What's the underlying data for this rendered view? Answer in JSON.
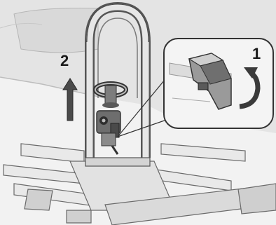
{
  "figure": {
    "callout_step_1": "1",
    "callout_step_2": "2",
    "colors": {
      "background": "#f2f2f2",
      "line": "#555555",
      "dark": "#3a3a3a",
      "medium": "#8c8c8c",
      "light": "#d6d6d6",
      "arrow": "#4a4a4a"
    },
    "icons": [
      "bike-carrier-frame-illustration",
      "up-arrow-icon",
      "rotate-arrow-icon",
      "lever-detail-inset"
    ]
  }
}
